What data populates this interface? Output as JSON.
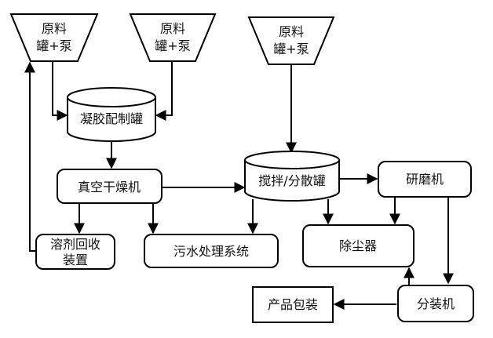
{
  "nodes": {
    "hopper_1": {
      "line1": "原料",
      "line2": "罐+泵"
    },
    "hopper_2": {
      "line1": "原料",
      "line2": "罐+泵"
    },
    "hopper_3": {
      "line1": "原料",
      "line2": "罐+泵"
    },
    "gel_tank": {
      "label": "凝胶配制罐"
    },
    "vacuum_dryer": {
      "label": "真空干燥机"
    },
    "solvent_recovery": {
      "line1": "溶剂回收",
      "line2": "装置"
    },
    "wastewater": {
      "label": "污水处理系统"
    },
    "mixing_tank": {
      "label": "搅拌/分散罐"
    },
    "grinder": {
      "label": "研磨机"
    },
    "dust_collector": {
      "label": "除尘器"
    },
    "packer": {
      "label": "分装机"
    },
    "product_packaging": {
      "label": "产品包装"
    }
  },
  "colors": {
    "stroke": "#000000",
    "fill": "#ffffff",
    "text": "#111111"
  }
}
